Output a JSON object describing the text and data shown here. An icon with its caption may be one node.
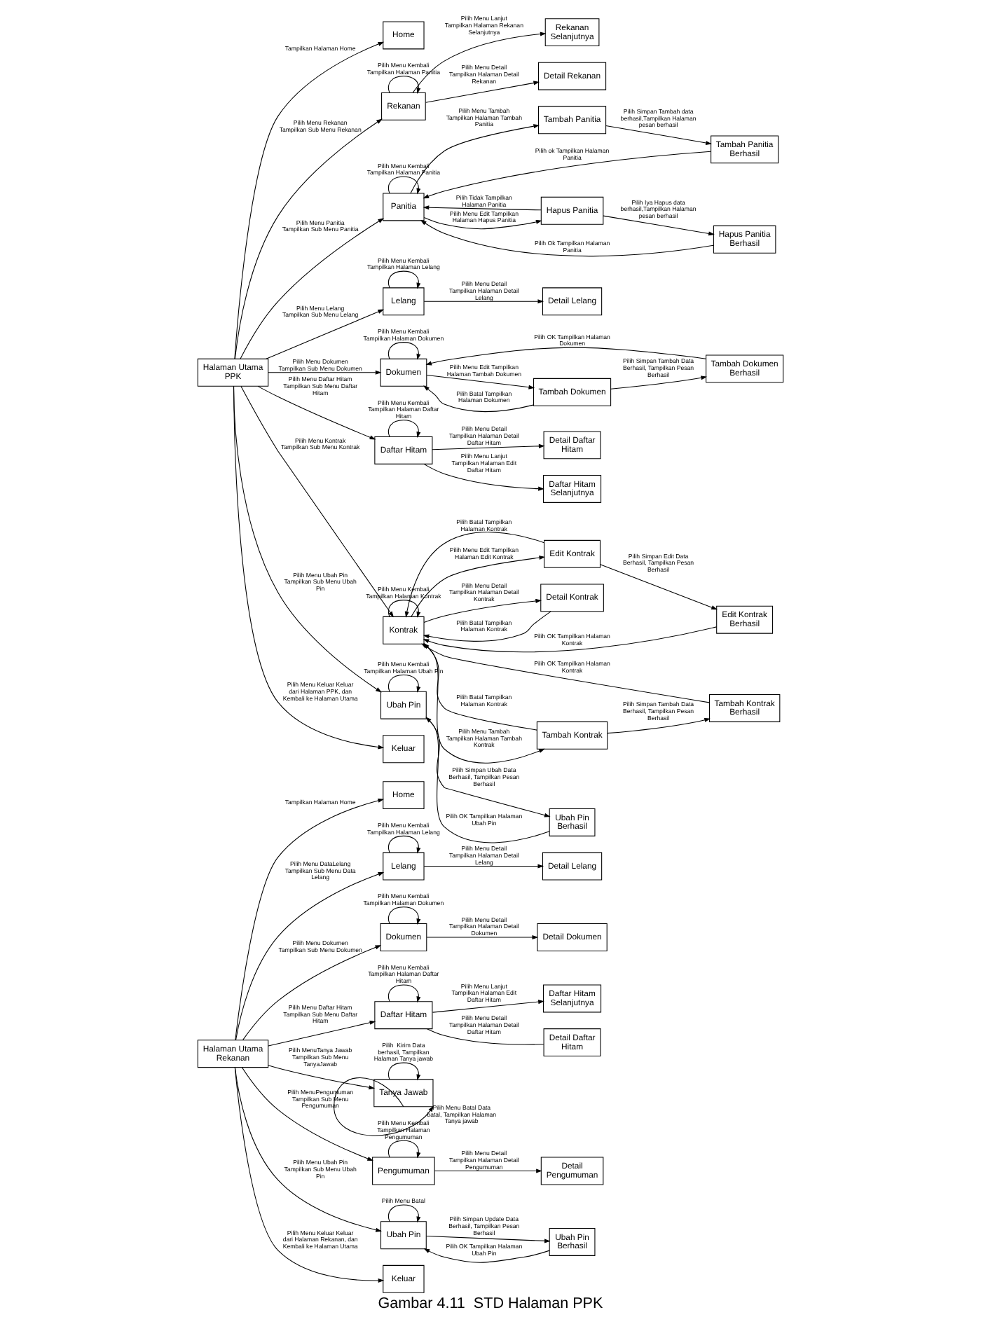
{
  "diagram": {
    "caption": "Gambar 4.11  STD Halaman PPK",
    "nodes": [
      {
        "text": [
          "Halaman Utama PPK"
        ]
      },
      {
        "text": [
          "Home"
        ]
      },
      {
        "text": [
          "Rekanan"
        ]
      },
      {
        "text": [
          "Detail Rekanan"
        ]
      },
      {
        "text": [
          "Rekanan Selanjutnya"
        ]
      },
      {
        "text": [
          "Panitia"
        ]
      },
      {
        "text": [
          "Hapus Panitia"
        ]
      },
      {
        "text": [
          "Hapus Panitia Berhasil"
        ]
      },
      {
        "text": [
          "Tambah Panitia"
        ]
      },
      {
        "text": [
          "Tambah Panitia Berhasil"
        ]
      },
      {
        "text": [
          "Lelang"
        ]
      },
      {
        "text": [
          "Detail Lelang"
        ]
      },
      {
        "text": [
          "Dokumen"
        ]
      },
      {
        "text": [
          "Tambah Dokumen"
        ]
      },
      {
        "text": [
          "Tambah Dokumen Berhasil"
        ]
      },
      {
        "text": [
          "Daftar Hitam"
        ]
      },
      {
        "text": [
          "Daftar Hitam Selanjutnya"
        ]
      },
      {
        "text": [
          "Detail Daftar Hitam"
        ]
      },
      {
        "text": [
          "Kontrak"
        ]
      },
      {
        "text": [
          "Detail Kontrak"
        ]
      },
      {
        "text": [
          "Edit Kontrak"
        ]
      },
      {
        "text": [
          "Edit Kontrak Berhasil"
        ]
      },
      {
        "text": [
          "Tambah Kontrak"
        ]
      },
      {
        "text": [
          "Tambah Kontrak Berhasil"
        ]
      },
      {
        "text": [
          "Ubah Pin"
        ]
      },
      {
        "text": [
          "Ubah Pin Berhasil"
        ]
      },
      {
        "text": [
          "Keluar"
        ]
      },
      {
        "text": [
          "Halaman Utama Rekanan"
        ]
      },
      {
        "text": [
          "Home"
        ]
      },
      {
        "text": [
          "Lelang"
        ]
      },
      {
        "text": [
          "Detail Lelang"
        ]
      },
      {
        "text": [
          "Dokumen"
        ]
      },
      {
        "text": [
          "Detail Dokumen"
        ]
      },
      {
        "text": [
          "Daftar Hitam"
        ]
      },
      {
        "text": [
          "Daftar Hitam Selanjutnya"
        ]
      },
      {
        "text": [
          "Detail Daftar Hitam"
        ]
      },
      {
        "text": [
          "Tanya Jawab"
        ]
      },
      {
        "text": [
          "Pengumuman"
        ]
      },
      {
        "text": [
          "Detail Pengumuman"
        ]
      },
      {
        "text": [
          "Ubah Pin"
        ]
      },
      {
        "text": [
          "Ubah Pin Berhasil"
        ]
      },
      {
        "text": [
          "Keluar"
        ]
      }
    ],
    "edges": [
      {
        "from": 0,
        "to": 1,
        "arrow": "to",
        "label": "Tampilkan Halaman Home"
      },
      {
        "from": 0,
        "to": 2,
        "arrow": "to",
        "label": "Pilih Menu Rekanan Tampilkan Sub Menu Rekanan"
      },
      {
        "from": 2,
        "to": 3,
        "arrow": "to",
        "label": "Pilih Menu Detail Tampilkan Halaman Detail Rekanan"
      },
      {
        "from": 2,
        "to": 4,
        "arrow": "to",
        "label": "Pilih Menu Lanjut Tampilkan Halaman Rekanan Selanjutnya"
      },
      {
        "from": 2,
        "to": 2,
        "arrow": "to",
        "label": "Pilih Menu Kembali Tampilkan Halaman Panitia"
      },
      {
        "from": 0,
        "to": 5,
        "arrow": "to",
        "label": "Pilih Menu Panitia Tampilkan Sub Menu Panitia"
      },
      {
        "from": 5,
        "to": 6,
        "arrow": "to",
        "label": "Pilih Menu Edit Tampilkan Halaman Hapus Panitia"
      },
      {
        "from": 6,
        "to": 7,
        "arrow": "to",
        "label": "Pilih Iya Hapus data berhasil,Tampilkan Halaman pesan berhasil"
      },
      {
        "from": 7,
        "to": 5,
        "arrow": "to",
        "label": "Pilih Ok Tampilkan Halaman Panitia"
      },
      {
        "from": 6,
        "to": 5,
        "arrow": "to",
        "label": "Pilih Tidak Tampilkan Halaman Panitia"
      },
      {
        "from": 5,
        "to": 8,
        "arrow": "to",
        "label": "Pilih Menu Tambah Tampilkan Halaman Tambah Panitia"
      },
      {
        "from": 8,
        "to": 9,
        "arrow": "to",
        "label": "Pilih Simpan Tambah data berhasil,Tampilkan Halaman pesan berhasil"
      },
      {
        "from": 9,
        "to": 5,
        "arrow": "to",
        "label": "Pilih ok Tampilkan Halaman Panitia"
      },
      {
        "from": 5,
        "to": 5,
        "arrow": "to",
        "label": "Pilih Menu Kembali Tampilkan Halaman Panitia"
      },
      {
        "from": 0,
        "to": 10,
        "arrow": "to",
        "label": "Pilih Menu Lelang Tampilkan Sub Menu Lelang"
      },
      {
        "from": 10,
        "to": 11,
        "arrow": "to",
        "label": "Pilih Menu Detail Tampilkan Halaman Detail Lelang"
      },
      {
        "from": 10,
        "to": 10,
        "arrow": "to",
        "label": "Pilih Menu Kembali Tampilkan Halaman Lelang"
      },
      {
        "from": 0,
        "to": 12,
        "arrow": "to",
        "label": "Pilih Menu Dokumen Tampilkan Sub Menu Dokumen"
      },
      {
        "from": 12,
        "to": 13,
        "arrow": "to",
        "label": "Pilih Menu Edit Tampilkan Halaman Tambah Dokumen"
      },
      {
        "from": 13,
        "to": 14,
        "arrow": "to",
        "label": "Pilih Simpan Tambah Data Berhasil, Tampilkan Pesan Berhasil"
      },
      {
        "from": 14,
        "to": 12,
        "arrow": "to",
        "label": "Pilih OK Tampilkan Halaman Dokumen"
      },
      {
        "from": 13,
        "to": 12,
        "arrow": "to",
        "label": "Pilih Batal Tampilkan Halaman Dokumen"
      },
      {
        "from": 12,
        "to": 12,
        "arrow": "to",
        "label": "Pilih Menu Kembali Tampilkan Halaman Dokumen"
      },
      {
        "from": 0,
        "to": 15,
        "arrow": "to",
        "label": "Pilih Menu Daftar Hitam Tampilkan Sub Menu Daftar Hitam"
      },
      {
        "from": 15,
        "to": 16,
        "arrow": "to",
        "label": "Pilih Menu Lanjut Tampilkan Halaman Edit Daftar Hitam"
      },
      {
        "from": 15,
        "to": 17,
        "arrow": "to",
        "label": "Pilih Menu Detail Tampilkan Halaman Detail Daftar Hitam"
      },
      {
        "from": 15,
        "to": 15,
        "arrow": "to",
        "label": "Pilih Menu Kembali Tampilkan Halaman Daftar Hitam"
      },
      {
        "from": 0,
        "to": 18,
        "arrow": "to",
        "label": "Pilih Menu Kontrak Tampilkan Sub Menu Kontrak"
      },
      {
        "from": 18,
        "to": 19,
        "arrow": "to",
        "label": "Pilih Menu Detail Tampilkan Halaman Detail Kontrak"
      },
      {
        "from": 19,
        "to": 18,
        "arrow": "to",
        "label": "Pilih Batal Tampilkan Halaman Kontrak"
      },
      {
        "from": 18,
        "to": 20,
        "arrow": "to",
        "label": "Pilih Menu Edit Tampilkan Halaman Edit Kontrak"
      },
      {
        "from": 20,
        "to": 21,
        "arrow": "to",
        "label": "Pilih Simpan Edit Data Berhasil, Tampilkan Pesan Berhasil"
      },
      {
        "from": 21,
        "to": 18,
        "arrow": "to",
        "label": "Pilih OK Tampilkan Halaman Kontrak"
      },
      {
        "from": 20,
        "to": 18,
        "arrow": "to",
        "label": "Pilih Batal Tampilkan Halaman Kontrak"
      },
      {
        "from": 18,
        "to": 22,
        "arrow": "to",
        "label": "Pilih Menu Tambah Tampilkan Halaman Tambah Kontrak"
      },
      {
        "from": 22,
        "to": 23,
        "arrow": "to",
        "label": "Pilih Simpan Tambah Data Berhasil, Tampilkan Pesan Berhasil"
      },
      {
        "from": 23,
        "to": 18,
        "arrow": "to",
        "label": "Pilih OK Tampilkan Halaman Kontrak"
      },
      {
        "from": 22,
        "to": 18,
        "arrow": "to",
        "label": "Pilih Batal Tampilkan Halaman Kontrak"
      },
      {
        "from": 18,
        "to": 18,
        "arrow": "to",
        "label": "Pilih Menu Kembali Tampilkan Halaman Kontrak"
      },
      {
        "from": 0,
        "to": 24,
        "arrow": "to",
        "label": "Pilih Menu Ubah Pin Tampilkan Sub Menu Ubah Pin"
      },
      {
        "from": 24,
        "to": 25,
        "arrow": "to",
        "label": "Pilih Simpan Ubah Data Berhasil, Tampilkan Pesan Berhasil"
      },
      {
        "from": 25,
        "to": 24,
        "arrow": "to",
        "label": "Pilih OK Tampilkan Halaman Ubah Pin"
      },
      {
        "from": 24,
        "to": 24,
        "arrow": "to",
        "label": "Pilih Menu Kembali Tampilkan Halaman Ubah Pin"
      },
      {
        "from": 0,
        "to": 26,
        "arrow": "to",
        "label": "Pilih Menu Keluar Keluar dari Halaman PPK, dan Kembali ke Halaman Utama"
      },
      {
        "from": 27,
        "to": 28,
        "arrow": "to",
        "label": "Tampilkan Halaman Home"
      },
      {
        "from": 27,
        "to": 29,
        "arrow": "to",
        "label": "Pilih Menu DataLelang Tampilkan Sub Menu Data Lelang"
      },
      {
        "from": 29,
        "to": 30,
        "arrow": "to",
        "label": "Pilih Menu Detail Tampilkan Halaman Detail Lelang"
      },
      {
        "from": 29,
        "to": 29,
        "arrow": "to",
        "label": "Pilih Menu Kembali Tampilkan Halaman Lelang"
      },
      {
        "from": 27,
        "to": 31,
        "arrow": "to",
        "label": "Pilih Menu Dokumen Tampilkan Sub Menu Dokumen"
      },
      {
        "from": 31,
        "to": 32,
        "arrow": "to",
        "label": "Pilih Menu Detail Tampilkan Halaman Detail Dokumen"
      },
      {
        "from": 31,
        "to": 31,
        "arrow": "to",
        "label": "Pilih Menu Kembali Tampilkan Halaman Dokumen"
      },
      {
        "from": 27,
        "to": 33,
        "arrow": "to",
        "label": "Pilih Menu Daftar Hitam Tampilkan Sub Menu Daftar Hitam"
      },
      {
        "from": 33,
        "to": 34,
        "arrow": "to",
        "label": "Pilih Menu Lanjut Tampilkan Halaman Edit Daftar Hitam"
      },
      {
        "from": 33,
        "to": 35,
        "arrow": "none",
        "label": "Pilih Menu Detail Tampilkan Halaman Detail Daftar Hitam"
      },
      {
        "from": 33,
        "to": 33,
        "arrow": "to",
        "label": "Pilih Menu Kembali Tampilkan Halaman Daftar Hitam"
      },
      {
        "from": 27,
        "to": 36,
        "arrow": "to",
        "label": "Pilih MenuTanya Jawab Tampilkan Sub Menu TanyaJawab"
      },
      {
        "from": 36,
        "to": 36,
        "arrow": "to",
        "label": "Pilih  Kirim Data berhasil, Tampilkan Halaman Tanya jawab"
      },
      {
        "from": 36,
        "to": 36,
        "arrow": "to",
        "label": "Pilih Menu Batal Data batal, Tampilkan Halaman Tanya jawab"
      },
      {
        "from": 27,
        "to": 37,
        "arrow": "to",
        "label": "Pilih MenuPengumuman Tampilkan Sub Menu Pengumuman"
      },
      {
        "from": 37,
        "to": 38,
        "arrow": "to",
        "label": "Pilih Menu Detail Tampilkan Halaman Detail Pengumuman"
      },
      {
        "from": 37,
        "to": 37,
        "arrow": "to",
        "label": "Pilih Menu Kembali Tampilkan Halaman Pengumuman"
      },
      {
        "from": 27,
        "to": 39,
        "arrow": "to",
        "label": "Pilih Menu Ubah Pin Tampilkan Sub Menu Ubah Pin"
      },
      {
        "from": 39,
        "to": 40,
        "arrow": "to",
        "label": "Pilih Simpan Update Data Berhasil, Tampilkan Pesan Berhasil"
      },
      {
        "from": 40,
        "to": 39,
        "arrow": "to",
        "label": "Pilih OK Tampilkan Halaman Ubah Pin"
      },
      {
        "from": 39,
        "to": 39,
        "arrow": "to",
        "label": "Pilih Menu Batal"
      },
      {
        "from": 27,
        "to": 41,
        "arrow": "to",
        "label": "Pilih Menu Keluar Keluar dari Halaman Rekanan, dan Kembali ke Halaman Utama"
      }
    ]
  }
}
